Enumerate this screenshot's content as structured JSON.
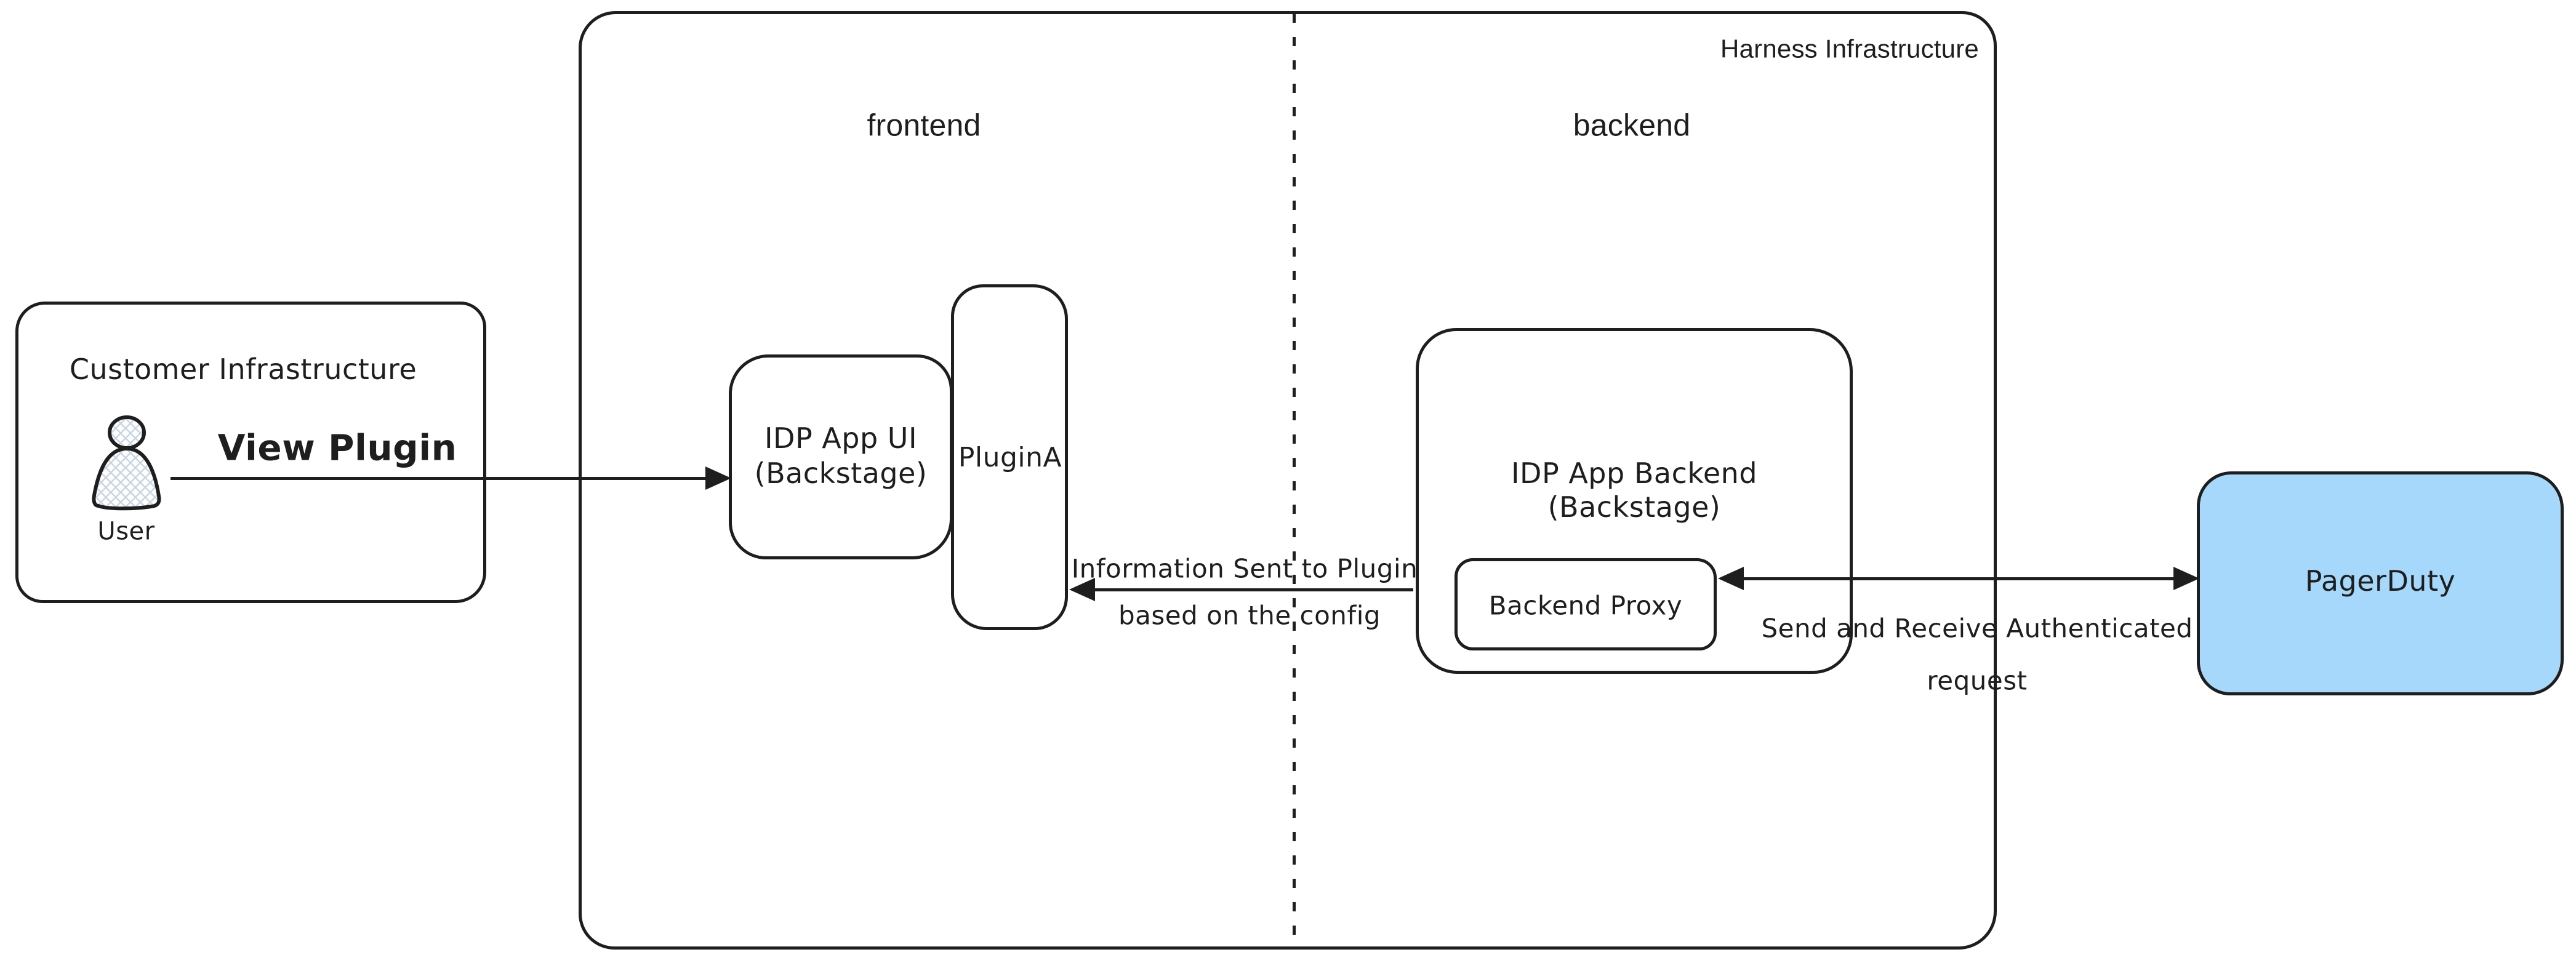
{
  "diagram": {
    "colors": {
      "stroke": "#1e1e1e",
      "background": "#ffffff",
      "pagerduty_fill": "#a5d8fa",
      "crosshatch": "#c9d6e2"
    },
    "nodes": {
      "customer_infrastructure": {
        "label": "Customer Infrastructure"
      },
      "user": {
        "label": "User",
        "icon": "user-icon"
      },
      "harness_infrastructure": {
        "label": "Harness Infrastructure"
      },
      "frontend_section": {
        "label": "frontend"
      },
      "backend_section": {
        "label": "backend"
      },
      "idp_app_ui": {
        "label_line1": "IDP App UI",
        "label_line2": "(Backstage)"
      },
      "plugin_a": {
        "label": "PluginA"
      },
      "idp_app_backend": {
        "label_line1": "IDP App Backend",
        "label_line2": "(Backstage)"
      },
      "backend_proxy": {
        "label": "Backend Proxy"
      },
      "pagerduty": {
        "label": "PagerDuty"
      }
    },
    "edges": {
      "view_plugin": {
        "label": "View Plugin",
        "from": "User",
        "to": "IDP App UI (Backstage)",
        "direction": "right"
      },
      "info_to_plugin": {
        "label_line1": "Information Sent to Plugin",
        "label_line2": "based on the config",
        "from": "IDP App Backend (Backstage)",
        "to": "PluginA",
        "direction": "left"
      },
      "auth_request": {
        "label_line1": "Send and Receive Authenticated",
        "label_line2": "request",
        "from": "Backend Proxy",
        "to": "PagerDuty",
        "direction": "both"
      }
    }
  }
}
